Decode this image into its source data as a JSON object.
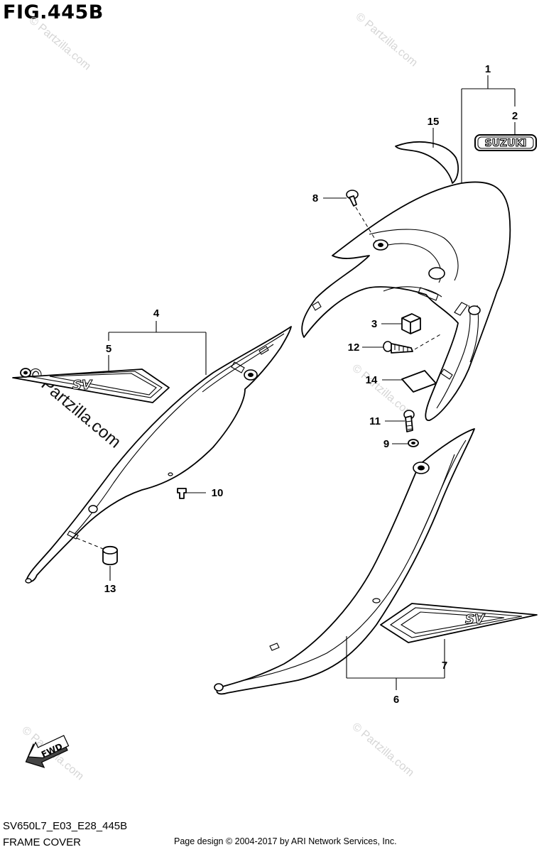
{
  "figure": {
    "title": "FIG.445B",
    "code": "SV650L7_E03_E28_445B",
    "section": "FRAME COVER",
    "credit": "Page design © 2004-2017 by ARI Network Services, Inc."
  },
  "watermark": {
    "text": "© Partzilla.com"
  },
  "emblem": {
    "text": "SUZUKI"
  },
  "decal_mark": {
    "text": "SV"
  },
  "fwd_arrow": {
    "text": "FWD"
  },
  "callouts": [
    "1",
    "2",
    "3",
    "4",
    "5",
    "6",
    "7",
    "8",
    "9",
    "10",
    "11",
    "12",
    "13",
    "14",
    "15"
  ]
}
